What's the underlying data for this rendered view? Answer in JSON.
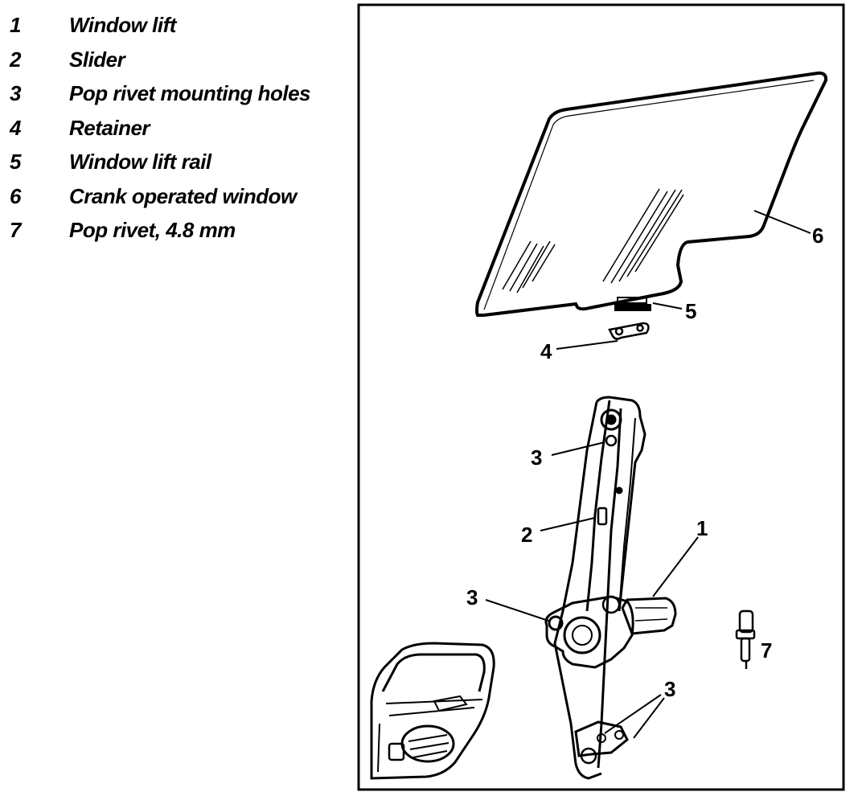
{
  "legend": [
    {
      "num": "1",
      "text": "Window lift"
    },
    {
      "num": "2",
      "text": "Slider"
    },
    {
      "num": "3",
      "text": "Pop rivet mounting holes"
    },
    {
      "num": "4",
      "text": "Retainer"
    },
    {
      "num": "5",
      "text": "Window lift rail"
    },
    {
      "num": "6",
      "text": "Crank operated window"
    },
    {
      "num": "7",
      "text": "Pop rivet, 4.8 mm"
    }
  ],
  "callouts": {
    "glass": "6",
    "rail": "5",
    "retainer": "4",
    "holes_top": "3",
    "slider": "2",
    "lift": "1",
    "holes_mid": "3",
    "holes_bottom": "3",
    "rivet": "7"
  }
}
